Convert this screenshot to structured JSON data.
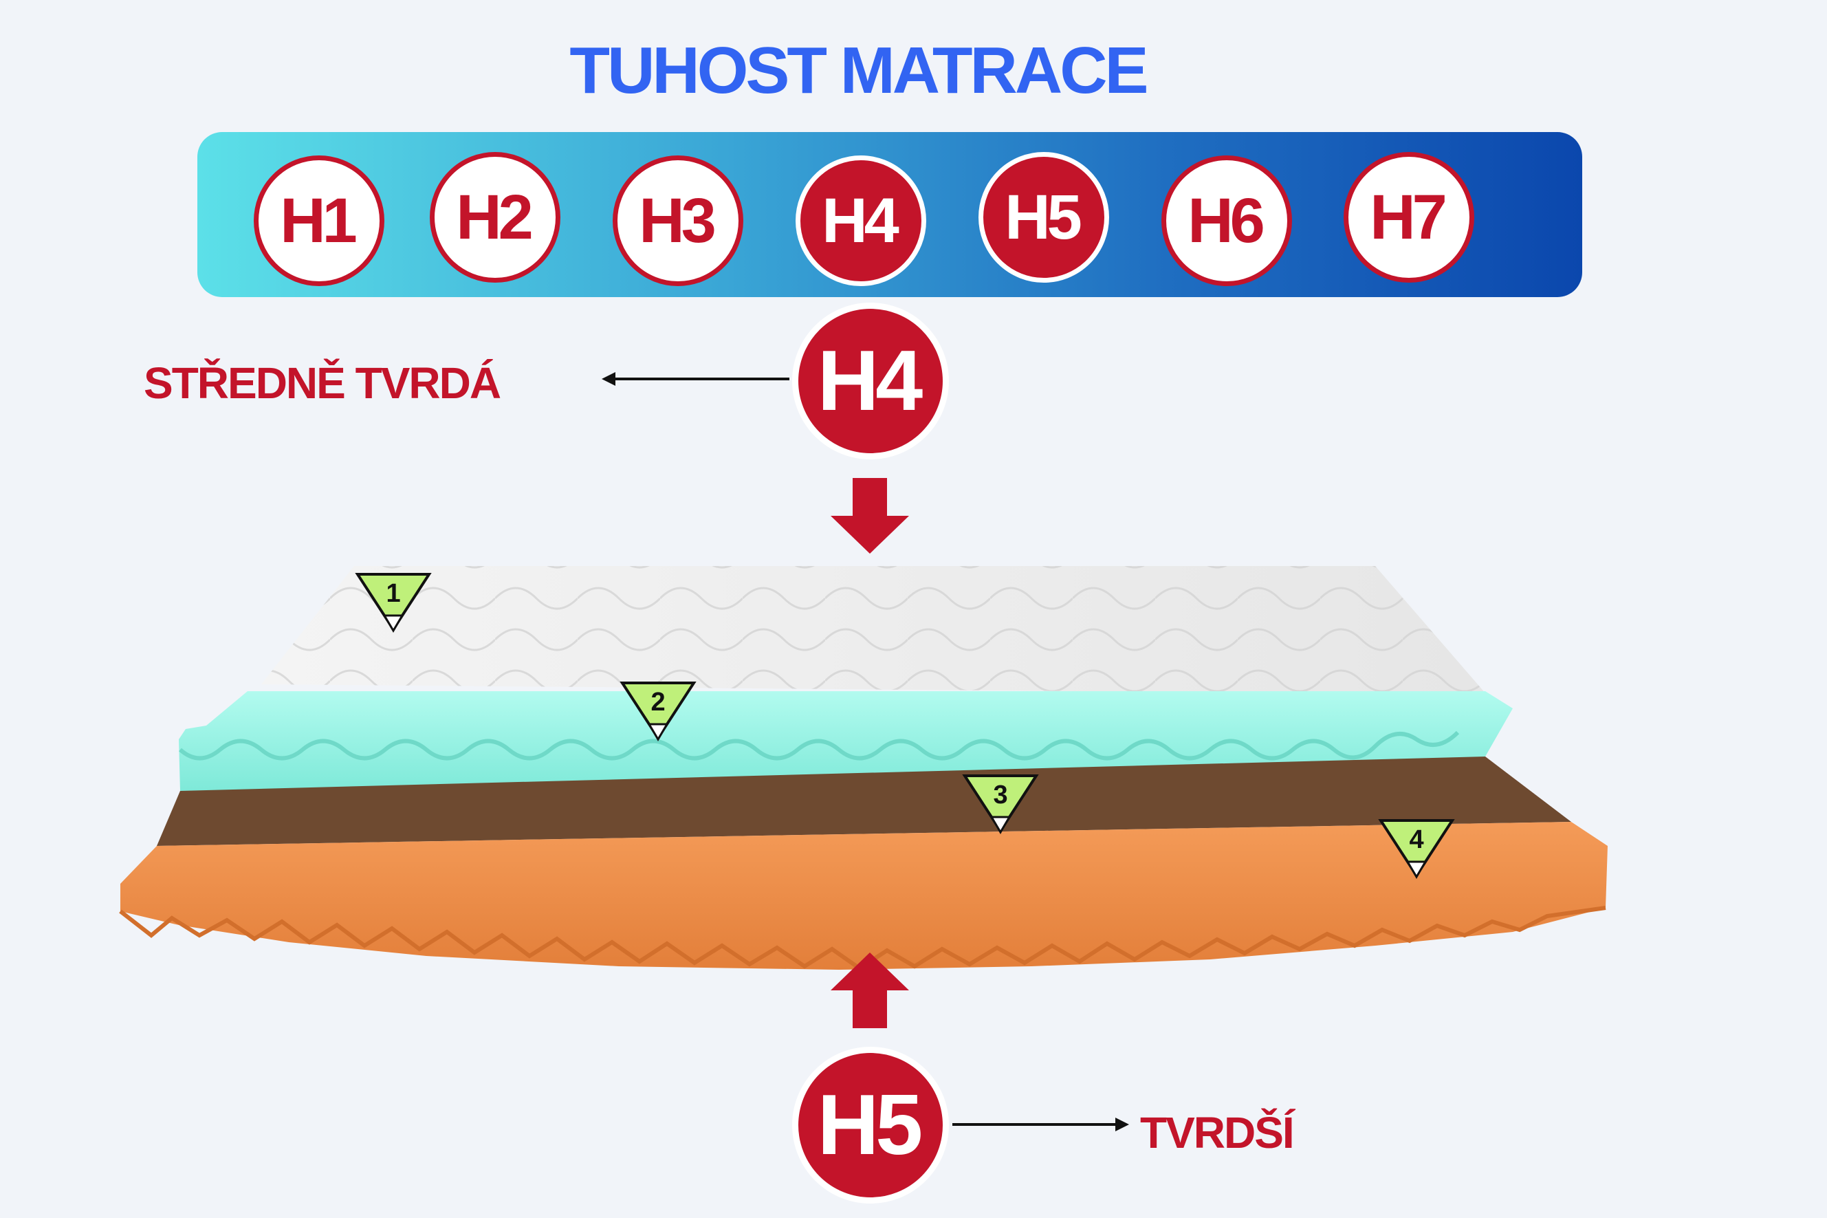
{
  "title": "TUHOST MATRACE",
  "scale": [
    {
      "label": "H1",
      "style": "light"
    },
    {
      "label": "H2",
      "style": "light"
    },
    {
      "label": "H3",
      "style": "light"
    },
    {
      "label": "H4",
      "style": "dark"
    },
    {
      "label": "H5",
      "style": "dark"
    },
    {
      "label": "H6",
      "style": "light"
    },
    {
      "label": "H7",
      "style": "light"
    }
  ],
  "top_side": {
    "hardness": "H4",
    "label": "STŘEDNĚ TVRDÁ"
  },
  "bottom_side": {
    "hardness": "H5",
    "label": "TVRDŠÍ"
  },
  "layers": [
    {
      "number": "1"
    },
    {
      "number": "2"
    },
    {
      "number": "3"
    },
    {
      "number": "4"
    }
  ],
  "colors": {
    "accent_red": "#c3142a",
    "title_blue": "#3264f2",
    "cover": "#eeeeee",
    "mint_foam": "#8af1e2",
    "coconut": "#6e4a30",
    "orange_foam": "#f0904a",
    "marker_green": "#bff07a"
  }
}
